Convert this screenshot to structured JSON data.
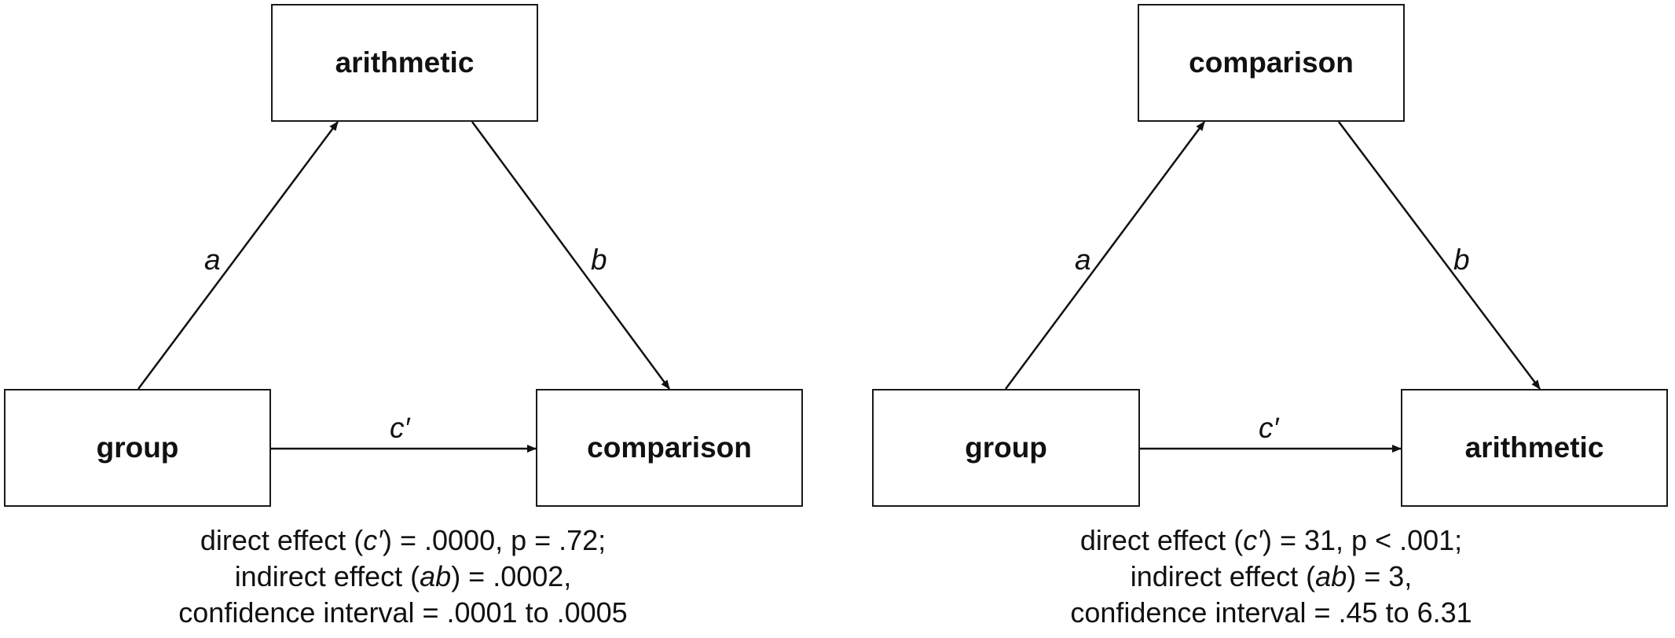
{
  "diagrams": [
    {
      "mediator": "arithmetic",
      "predictor": "group",
      "outcome": "comparison",
      "path_a": "a",
      "path_b": "b",
      "path_c": "c′",
      "caption": {
        "line1_pre": "direct effect (",
        "line1_sym": "c′",
        "line1_post": ") = .0000, p = .72;",
        "line2_pre": "indirect effect (",
        "line2_sym": "ab",
        "line2_post": ") = .0002,",
        "line3": "confidence interval = .0001 to .0005"
      }
    },
    {
      "mediator": "comparison",
      "predictor": "group",
      "outcome": "arithmetic",
      "path_a": "a",
      "path_b": "b",
      "path_c": "c′",
      "caption": {
        "line1_pre": "direct effect (",
        "line1_sym": "c′",
        "line1_post": ") = 31, p < .001;",
        "line2_pre": "indirect effect (",
        "line2_sym": "ab",
        "line2_post": ") = 3,",
        "line3": "confidence interval = .45 to 6.31"
      }
    }
  ]
}
